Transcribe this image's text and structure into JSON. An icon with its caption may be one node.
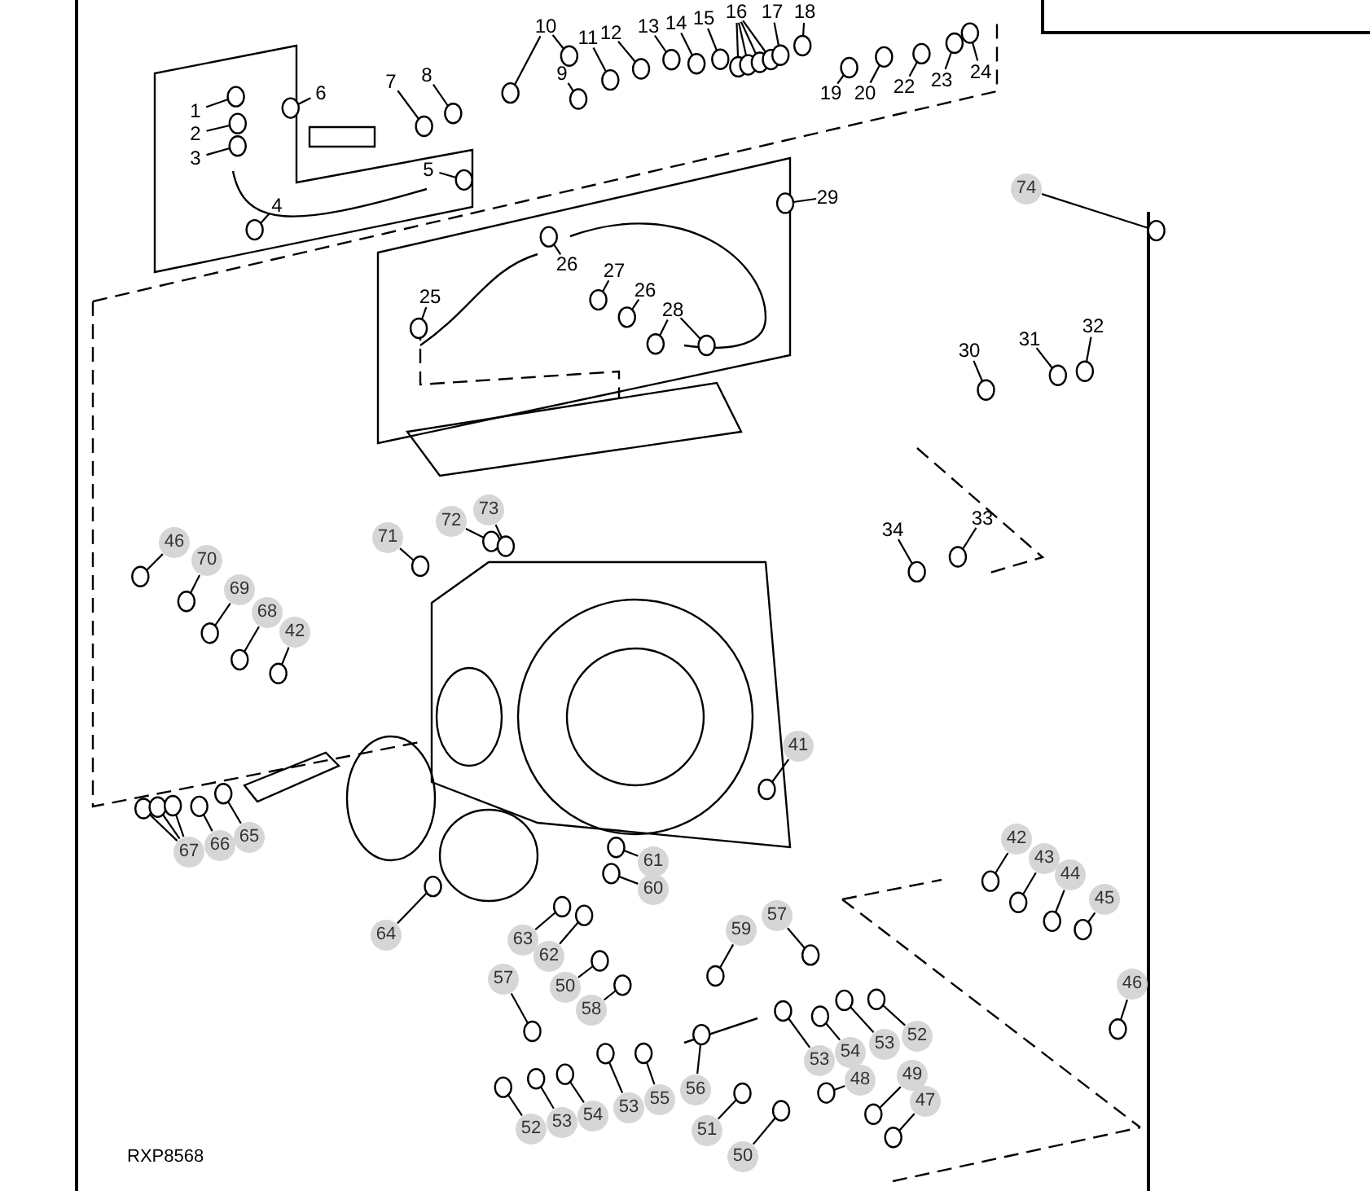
{
  "diagram": {
    "nodes": [
      {
        "text": [
          "1"
        ]
      },
      {
        "text": [
          "2"
        ]
      },
      {
        "text": [
          "3"
        ]
      },
      {
        "text": [
          "4"
        ]
      },
      {
        "text": [
          "5"
        ]
      },
      {
        "text": [
          "6"
        ]
      },
      {
        "text": [
          "7"
        ]
      },
      {
        "text": [
          "8"
        ]
      },
      {
        "text": [
          "9"
        ]
      },
      {
        "text": [
          "10"
        ]
      },
      {
        "text": [
          "11"
        ]
      },
      {
        "text": [
          "12"
        ]
      },
      {
        "text": [
          "13"
        ]
      },
      {
        "text": [
          "14"
        ]
      },
      {
        "text": [
          "15"
        ]
      },
      {
        "text": [
          "16"
        ]
      },
      {
        "text": [
          "17"
        ]
      },
      {
        "text": [
          "18"
        ]
      },
      {
        "text": [
          "19"
        ]
      },
      {
        "text": [
          "20"
        ]
      },
      {
        "text": [
          "22"
        ]
      },
      {
        "text": [
          "23"
        ]
      },
      {
        "text": [
          "24"
        ]
      },
      {
        "text": [
          "25"
        ]
      },
      {
        "text": [
          "26"
        ]
      },
      {
        "text": [
          "27"
        ]
      },
      {
        "text": [
          "26"
        ]
      },
      {
        "text": [
          "28"
        ]
      },
      {
        "text": [
          "29"
        ]
      },
      {
        "text": [
          "30"
        ]
      },
      {
        "text": [
          "31"
        ]
      },
      {
        "text": [
          "32"
        ]
      },
      {
        "text": [
          "33"
        ]
      },
      {
        "text": [
          "34"
        ]
      },
      {
        "text": [
          "74"
        ]
      },
      {
        "text": [
          "71"
        ]
      },
      {
        "text": [
          "72"
        ]
      },
      {
        "text": [
          "73"
        ]
      },
      {
        "text": [
          "46"
        ]
      },
      {
        "text": [
          "70"
        ]
      },
      {
        "text": [
          "69"
        ]
      },
      {
        "text": [
          "68"
        ]
      },
      {
        "text": [
          "42"
        ]
      },
      {
        "text": [
          "67"
        ]
      },
      {
        "text": [
          "66"
        ]
      },
      {
        "text": [
          "65"
        ]
      },
      {
        "text": [
          "41"
        ]
      },
      {
        "text": [
          "61"
        ]
      },
      {
        "text": [
          "60"
        ]
      },
      {
        "text": [
          "64"
        ]
      },
      {
        "text": [
          "63"
        ]
      },
      {
        "text": [
          "62"
        ]
      },
      {
        "text": [
          "50"
        ]
      },
      {
        "text": [
          "58"
        ]
      },
      {
        "text": [
          "57"
        ]
      },
      {
        "text": [
          "59"
        ]
      },
      {
        "text": [
          "57"
        ]
      },
      {
        "text": [
          "53"
        ]
      },
      {
        "text": [
          "54"
        ]
      },
      {
        "text": [
          "53"
        ]
      },
      {
        "text": [
          "52"
        ]
      },
      {
        "text": [
          "42"
        ]
      },
      {
        "text": [
          "43"
        ]
      },
      {
        "text": [
          "44"
        ]
      },
      {
        "text": [
          "45"
        ]
      },
      {
        "text": [
          "46"
        ]
      },
      {
        "text": [
          "52"
        ]
      },
      {
        "text": [
          "53"
        ]
      },
      {
        "text": [
          "54"
        ]
      },
      {
        "text": [
          "53"
        ]
      },
      {
        "text": [
          "55"
        ]
      },
      {
        "text": [
          "56"
        ]
      },
      {
        "text": [
          "51"
        ]
      },
      {
        "text": [
          "50"
        ]
      },
      {
        "text": [
          "48"
        ]
      },
      {
        "text": [
          "49"
        ]
      },
      {
        "text": [
          "47"
        ]
      },
      {
        "text": [],
        "shape": "circle"
      },
      {
        "text": [],
        "shape": "circle"
      },
      {
        "text": [],
        "shape": "circle"
      },
      {
        "text": [],
        "shape": "circle"
      },
      {
        "text": [],
        "shape": "circle"
      },
      {
        "text": [],
        "shape": "circle"
      },
      {
        "text": [],
        "shape": "circle"
      },
      {
        "text": [],
        "shape": "circle"
      },
      {
        "text": [],
        "shape": "circle"
      },
      {
        "text": [],
        "shape": "circle"
      },
      {
        "text": [],
        "shape": "circle"
      },
      {
        "text": [],
        "shape": "circle"
      },
      {
        "text": [],
        "shape": "circle"
      },
      {
        "text": [],
        "shape": "circle"
      },
      {
        "text": [],
        "shape": "circle"
      },
      {
        "text": [],
        "shape": "circle"
      },
      {
        "text": [],
        "shape": "circle"
      },
      {
        "text": [],
        "shape": "circle"
      },
      {
        "text": [],
        "shape": "circle"
      },
      {
        "text": [],
        "shape": "circle"
      },
      {
        "text": [],
        "shape": "circle"
      },
      {
        "text": [],
        "shape": "circle"
      },
      {
        "text": [],
        "shape": "circle"
      },
      {
        "text": [],
        "shape": "circle"
      },
      {
        "text": [],
        "shape": "circle"
      },
      {
        "text": [],
        "shape": "circle"
      },
      {
        "text": [],
        "shape": "circle"
      },
      {
        "text": [],
        "shape": "circle"
      },
      {
        "text": [],
        "shape": "circle"
      },
      {
        "text": [],
        "shape": "circle"
      },
      {
        "text": [],
        "shape": "circle"
      },
      {
        "text": [],
        "shape": "circle"
      },
      {
        "text": [],
        "shape": "circle"
      },
      {
        "text": [],
        "shape": "circle"
      },
      {
        "text": [],
        "shape": "circle"
      },
      {
        "text": [],
        "shape": "circle"
      },
      {
        "text": [],
        "shape": "circle"
      },
      {
        "text": [],
        "shape": "circle"
      },
      {
        "text": [],
        "shape": "circle"
      },
      {
        "text": [],
        "shape": "circle"
      },
      {
        "text": [],
        "shape": "circle"
      },
      {
        "text": [],
        "shape": "circle"
      },
      {
        "text": [],
        "shape": "circle"
      },
      {
        "text": [],
        "shape": "circle"
      },
      {
        "text": [],
        "shape": "circle"
      },
      {
        "text": [],
        "shape": "circle"
      },
      {
        "text": [],
        "shape": "circle"
      },
      {
        "text": [],
        "shape": "circle"
      },
      {
        "text": [],
        "shape": "circle"
      },
      {
        "text": [],
        "shape": "circle"
      },
      {
        "text": [],
        "shape": "circle"
      },
      {
        "text": [],
        "shape": "circle"
      },
      {
        "text": [],
        "shape": "circle"
      },
      {
        "text": [],
        "shape": "circle"
      },
      {
        "text": [],
        "shape": "circle"
      },
      {
        "text": [],
        "shape": "circle"
      },
      {
        "text": [],
        "shape": "circle"
      },
      {
        "text": [],
        "shape": "circle"
      },
      {
        "text": [],
        "shape": "circle"
      },
      {
        "text": [],
        "shape": "circle"
      },
      {
        "text": [],
        "shape": "circle"
      },
      {
        "text": [],
        "shape": "circle"
      },
      {
        "text": [],
        "shape": "circle"
      },
      {
        "text": [],
        "shape": "circle"
      },
      {
        "text": [],
        "shape": "circle"
      },
      {
        "text": [],
        "shape": "circle"
      },
      {
        "text": [],
        "shape": "circle"
      },
      {
        "text": [],
        "shape": "circle"
      },
      {
        "text": [],
        "shape": "circle"
      },
      {
        "text": [],
        "shape": "circle"
      },
      {
        "text": [],
        "shape": "circle"
      },
      {
        "text": [],
        "shape": "circle"
      },
      {
        "text": [],
        "shape": "circle"
      },
      {
        "text": [],
        "shape": "circle"
      },
      {
        "text": [],
        "shape": "circle"
      },
      {
        "text": [],
        "shape": "circle"
      },
      {
        "text": [],
        "shape": "circle"
      },
      {
        "text": [],
        "shape": "circle"
      },
      {
        "text": [],
        "shape": "circle"
      },
      {
        "text": [],
        "shape": "circle"
      },
      {
        "text": [],
        "shape": "circle"
      },
      {
        "text": [],
        "shape": "circle"
      },
      {
        "text": [],
        "shape": "circle"
      },
      {
        "text": [],
        "shape": "circle"
      }
    ],
    "edges": [
      {
        "from": 0,
        "to": 77,
        "arrow": "none"
      },
      {
        "from": 1,
        "to": 78,
        "arrow": "none"
      },
      {
        "from": 2,
        "to": 79,
        "arrow": "none"
      },
      {
        "from": 3,
        "to": 80,
        "arrow": "none"
      },
      {
        "from": 4,
        "to": 81,
        "arrow": "none"
      },
      {
        "from": 5,
        "to": 82,
        "arrow": "none"
      },
      {
        "from": 6,
        "to": 83,
        "arrow": "none"
      },
      {
        "from": 7,
        "to": 84,
        "arrow": "none"
      },
      {
        "from": 8,
        "to": 85,
        "arrow": "none"
      },
      {
        "from": 9,
        "to": 86,
        "arrow": "none"
      },
      {
        "from": 9,
        "to": 87,
        "arrow": "none"
      },
      {
        "from": 10,
        "to": 88,
        "arrow": "none"
      },
      {
        "from": 11,
        "to": 89,
        "arrow": "none"
      },
      {
        "from": 12,
        "to": 90,
        "arrow": "none"
      },
      {
        "from": 13,
        "to": 91,
        "arrow": "none"
      },
      {
        "from": 14,
        "to": 92,
        "arrow": "none"
      },
      {
        "from": 15,
        "to": 93,
        "arrow": "none"
      },
      {
        "from": 15,
        "to": 94,
        "arrow": "none"
      },
      {
        "from": 15,
        "to": 95,
        "arrow": "none"
      },
      {
        "from": 15,
        "to": 96,
        "arrow": "none"
      },
      {
        "from": 16,
        "to": 97,
        "arrow": "none"
      },
      {
        "from": 17,
        "to": 98,
        "arrow": "none"
      },
      {
        "from": 18,
        "to": 99,
        "arrow": "none"
      },
      {
        "from": 19,
        "to": 100,
        "arrow": "none"
      },
      {
        "from": 20,
        "to": 101,
        "arrow": "none"
      },
      {
        "from": 21,
        "to": 102,
        "arrow": "none"
      },
      {
        "from": 22,
        "to": 103,
        "arrow": "none"
      },
      {
        "from": 23,
        "to": 104,
        "arrow": "none"
      },
      {
        "from": 24,
        "to": 105,
        "arrow": "none"
      },
      {
        "from": 25,
        "to": 106,
        "arrow": "none"
      },
      {
        "from": 26,
        "to": 107,
        "arrow": "none"
      },
      {
        "from": 27,
        "to": 108,
        "arrow": "none"
      },
      {
        "from": 27,
        "to": 109,
        "arrow": "none"
      },
      {
        "from": 28,
        "to": 110,
        "arrow": "none"
      },
      {
        "from": 29,
        "to": 111,
        "arrow": "none"
      },
      {
        "from": 30,
        "to": 112,
        "arrow": "none"
      },
      {
        "from": 31,
        "to": 113,
        "arrow": "none"
      },
      {
        "from": 32,
        "to": 114,
        "arrow": "none"
      },
      {
        "from": 33,
        "to": 115,
        "arrow": "none"
      },
      {
        "from": 34,
        "to": 116,
        "arrow": "none"
      },
      {
        "from": 35,
        "to": 117,
        "arrow": "none"
      },
      {
        "from": 36,
        "to": 118,
        "arrow": "none"
      },
      {
        "from": 37,
        "to": 119,
        "arrow": "none"
      },
      {
        "from": 38,
        "to": 120,
        "arrow": "none"
      },
      {
        "from": 39,
        "to": 121,
        "arrow": "none"
      },
      {
        "from": 40,
        "to": 122,
        "arrow": "none"
      },
      {
        "from": 41,
        "to": 123,
        "arrow": "none"
      },
      {
        "from": 42,
        "to": 124,
        "arrow": "none"
      },
      {
        "from": 43,
        "to": 125,
        "arrow": "none"
      },
      {
        "from": 43,
        "to": 126,
        "arrow": "none"
      },
      {
        "from": 43,
        "to": 127,
        "arrow": "none"
      },
      {
        "from": 44,
        "to": 128,
        "arrow": "none"
      },
      {
        "from": 45,
        "to": 129,
        "arrow": "none"
      },
      {
        "from": 46,
        "to": 130,
        "arrow": "none"
      },
      {
        "from": 47,
        "to": 131,
        "arrow": "none"
      },
      {
        "from": 48,
        "to": 132,
        "arrow": "none"
      },
      {
        "from": 49,
        "to": 133,
        "arrow": "none"
      },
      {
        "from": 50,
        "to": 134,
        "arrow": "none"
      },
      {
        "from": 51,
        "to": 135,
        "arrow": "none"
      },
      {
        "from": 52,
        "to": 136,
        "arrow": "none"
      },
      {
        "from": 53,
        "to": 137,
        "arrow": "none"
      },
      {
        "from": 54,
        "to": 138,
        "arrow": "none"
      },
      {
        "from": 55,
        "to": 139,
        "arrow": "none"
      },
      {
        "from": 56,
        "to": 140,
        "arrow": "none"
      },
      {
        "from": 57,
        "to": 141,
        "arrow": "none"
      },
      {
        "from": 58,
        "to": 142,
        "arrow": "none"
      },
      {
        "from": 59,
        "to": 143,
        "arrow": "none"
      },
      {
        "from": 60,
        "to": 144,
        "arrow": "none"
      },
      {
        "from": 61,
        "to": 145,
        "arrow": "none"
      },
      {
        "from": 62,
        "to": 146,
        "arrow": "none"
      },
      {
        "from": 63,
        "to": 147,
        "arrow": "none"
      },
      {
        "from": 64,
        "to": 148,
        "arrow": "none"
      },
      {
        "from": 65,
        "to": 149,
        "arrow": "none"
      },
      {
        "from": 66,
        "to": 150,
        "arrow": "none"
      },
      {
        "from": 67,
        "to": 151,
        "arrow": "none"
      },
      {
        "from": 68,
        "to": 152,
        "arrow": "none"
      },
      {
        "from": 69,
        "to": 153,
        "arrow": "none"
      },
      {
        "from": 70,
        "to": 154,
        "arrow": "none"
      },
      {
        "from": 71,
        "to": 155,
        "arrow": "none"
      },
      {
        "from": 72,
        "to": 156,
        "arrow": "none"
      },
      {
        "from": 73,
        "to": 157,
        "arrow": "none"
      },
      {
        "from": 74,
        "to": 158,
        "arrow": "none"
      },
      {
        "from": 75,
        "to": 159,
        "arrow": "none"
      },
      {
        "from": 76,
        "to": 160,
        "arrow": "none"
      }
    ],
    "labels": [
      "RXP8568"
    ]
  }
}
